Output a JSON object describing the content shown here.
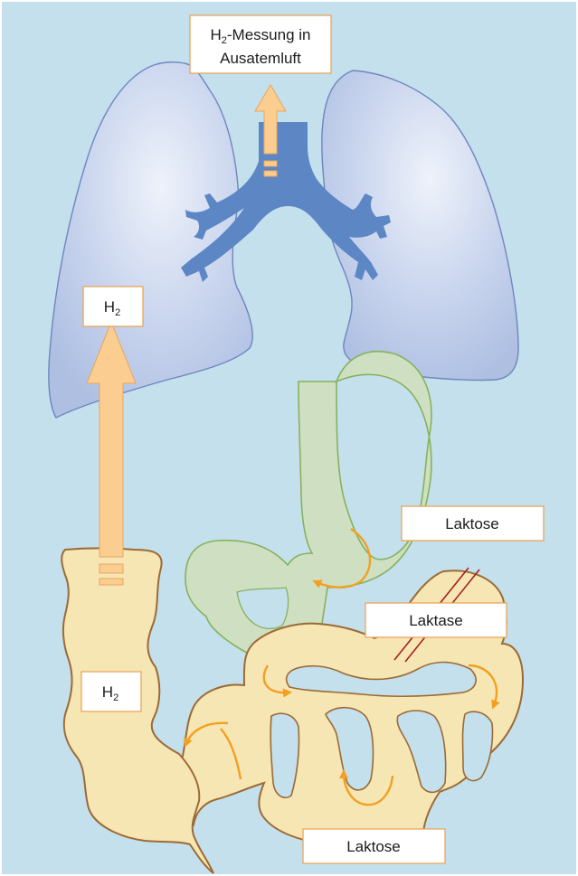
{
  "labels": {
    "breath_test_line1_main": "H",
    "breath_test_line1_sub": "2",
    "breath_test_line1_rest": "-Messung in",
    "breath_test_line2": "Ausatemluft",
    "h2_lung_main": "H",
    "h2_lung_sub": "2",
    "h2_colon_main": "H",
    "h2_colon_sub": "2",
    "lactose_stomach": "Laktose",
    "lactase": "Laktase",
    "lactose_intestine": "Laktose"
  },
  "colors": {
    "background": "#c3e0ec",
    "lung_fill": "#b3c5e5",
    "lung_stroke": "#6f86bf",
    "airway": "#5d86c5",
    "stomach_fill": "#cfdfc2",
    "stomach_stroke": "#86b25c",
    "intestine_fill": "#f6e6b4",
    "intestine_stroke": "#9c6a35",
    "h2_arrow": "#fbcd91",
    "flow_arrow": "#f3a021",
    "block_line": "#a52222",
    "label_border": "#e9a65a"
  }
}
